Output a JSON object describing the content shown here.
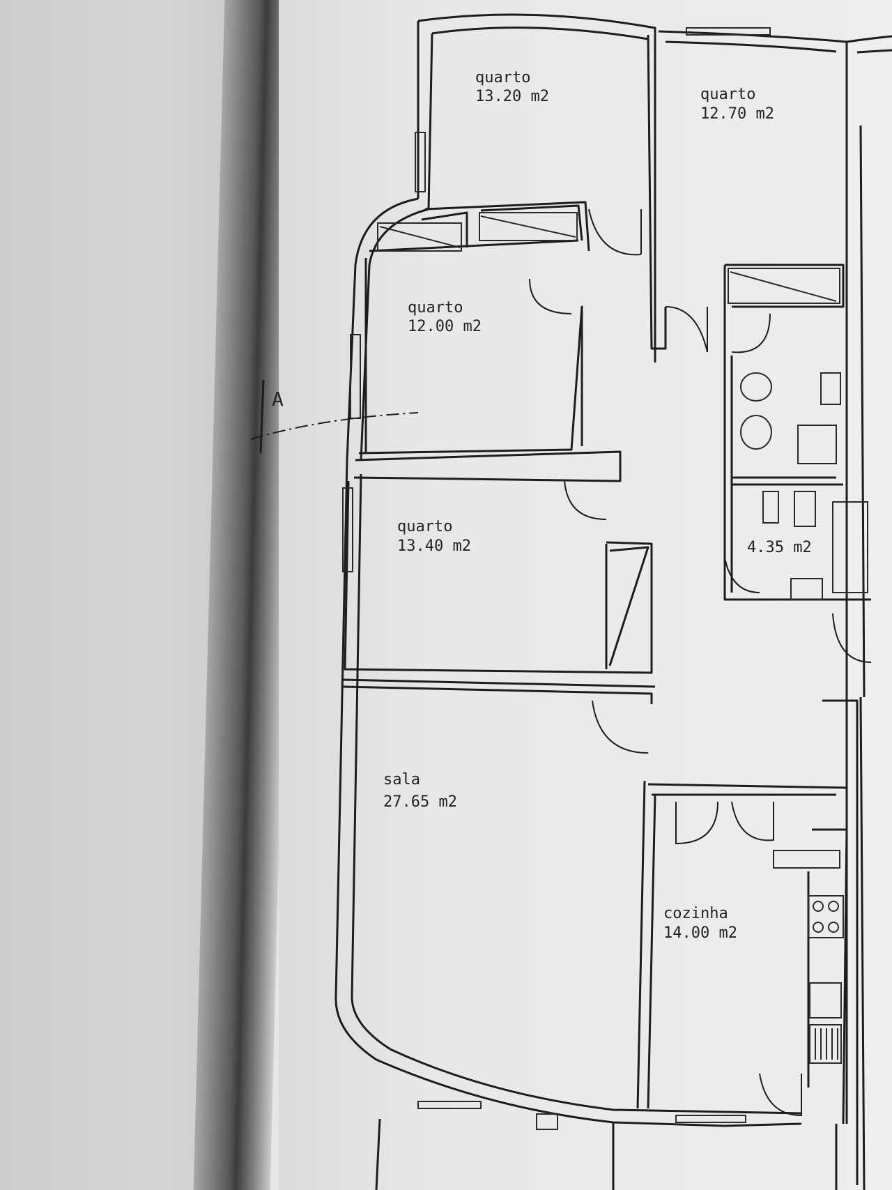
{
  "section_marker": "A",
  "rooms": [
    {
      "id": "quarto-1",
      "name": "quarto",
      "area": "13.20 m2"
    },
    {
      "id": "quarto-2",
      "name": "quarto",
      "area": "12.70 m2"
    },
    {
      "id": "quarto-3",
      "name": "quarto",
      "area": "12.00 m2"
    },
    {
      "id": "quarto-4",
      "name": "quarto",
      "area": "13.40 m2"
    },
    {
      "id": "wc",
      "name": "",
      "area": "4.35 m2"
    },
    {
      "id": "sala",
      "name": "sala",
      "area": "27.65 m2"
    },
    {
      "id": "cozinha",
      "name": "cozinha",
      "area": "14.00 m2"
    }
  ]
}
